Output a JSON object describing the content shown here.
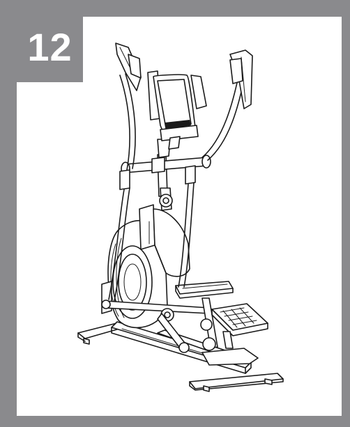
{
  "step": {
    "number": "12"
  },
  "colors": {
    "frame": "#8a8a8d",
    "background": "#ffffff",
    "line": "#1a1a1a"
  },
  "illustration": {
    "subject": "elliptical-trainer",
    "icon": "elliptical-trainer-line-drawing"
  }
}
